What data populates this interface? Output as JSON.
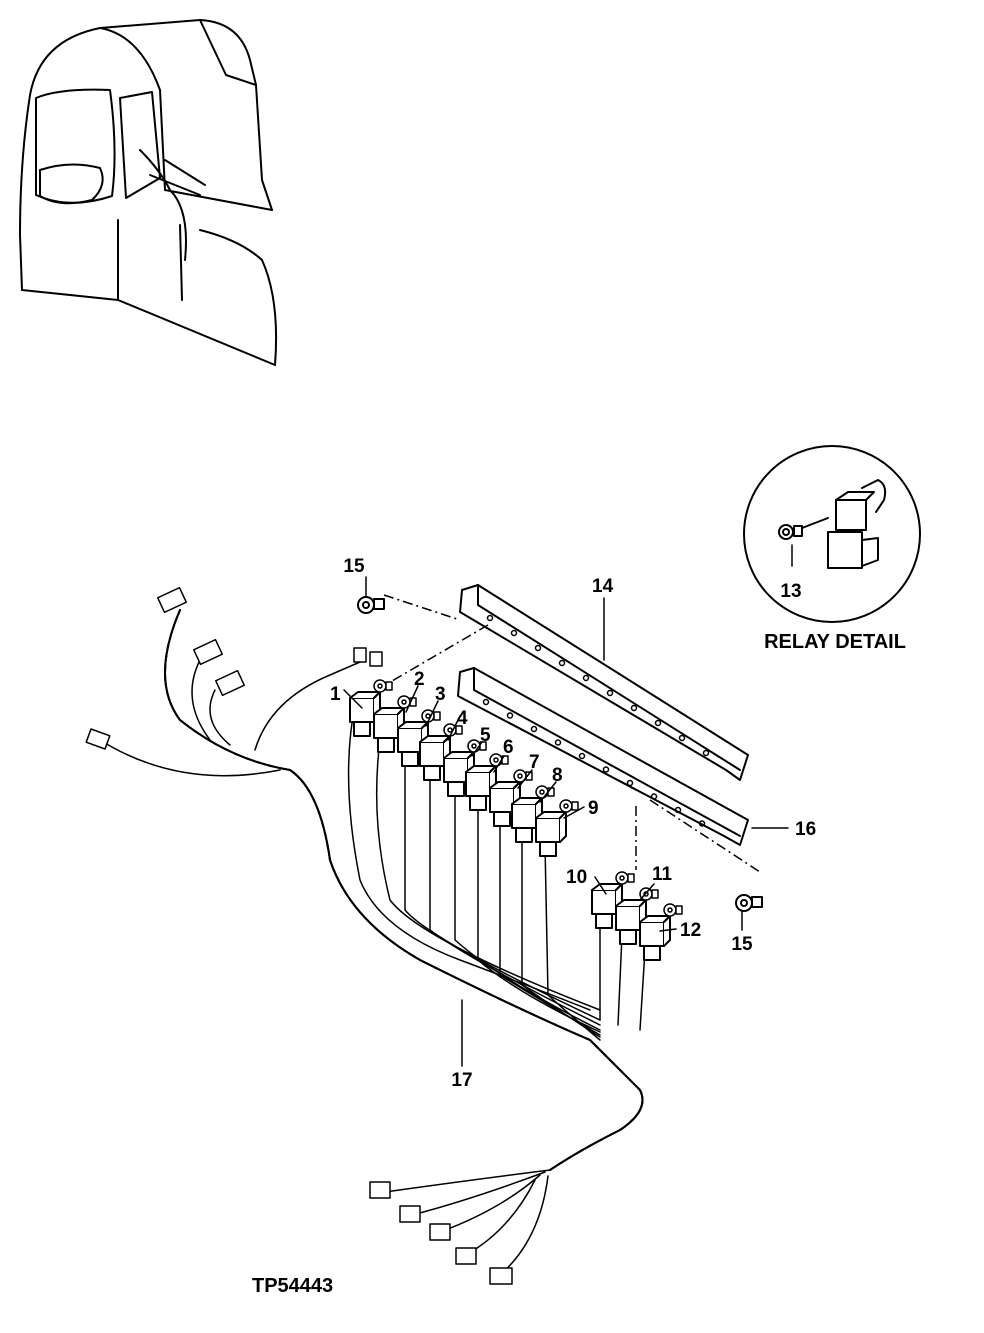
{
  "callouts": {
    "c1": "1",
    "c2": "2",
    "c3": "3",
    "c4": "4",
    "c5": "5",
    "c6": "6",
    "c7": "7",
    "c8": "8",
    "c9": "9",
    "c10": "10",
    "c11": "11",
    "c12": "12",
    "c13": "13",
    "c14": "14",
    "c15a": "15",
    "c15b": "15",
    "c16": "16",
    "c17": "17"
  },
  "detail_caption": "RELAY DETAIL",
  "figure_id": "TP54443"
}
